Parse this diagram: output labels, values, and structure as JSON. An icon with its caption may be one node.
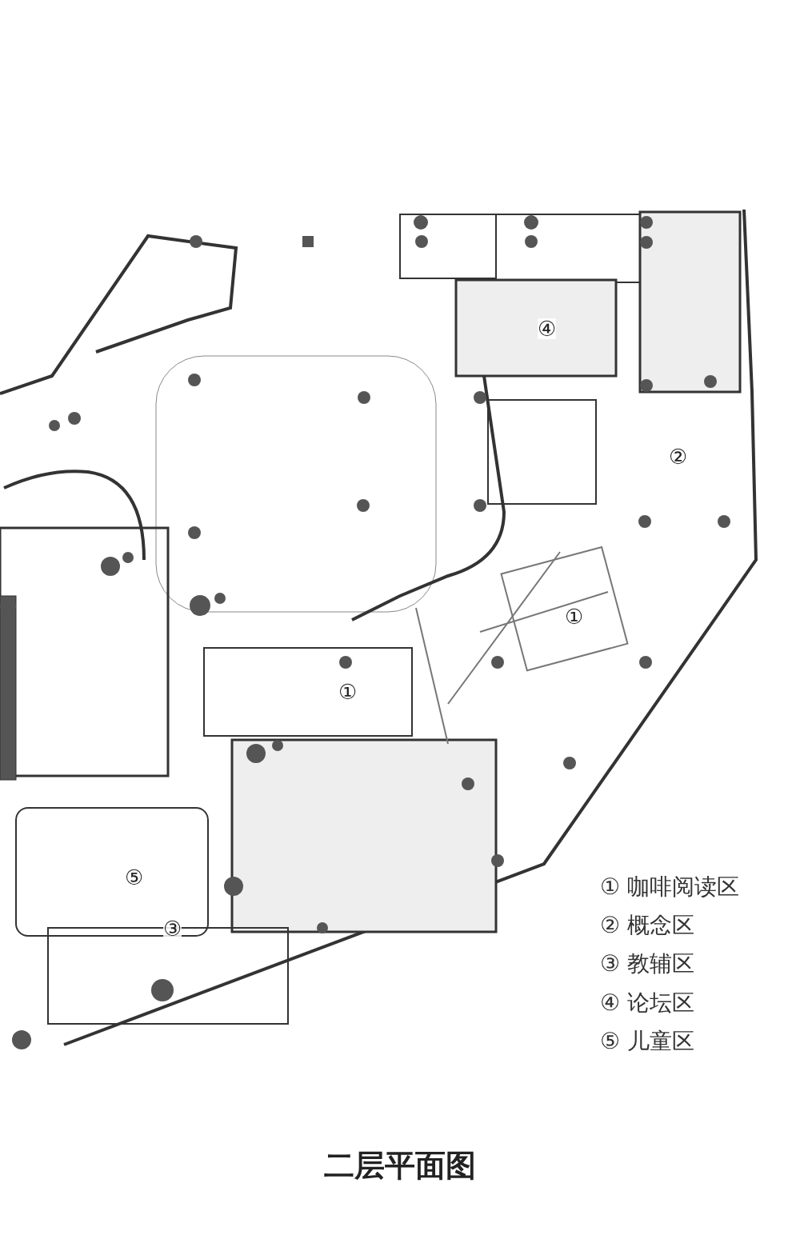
{
  "diagram": {
    "title": "二层平面图",
    "labels": [
      "④",
      "②",
      "①",
      "①",
      "⑤",
      "③",
      "① 咖啡阅读区",
      "② 概念区",
      "③ 教辅区",
      "④ 论坛区",
      "⑤ 儿童区"
    ]
  }
}
